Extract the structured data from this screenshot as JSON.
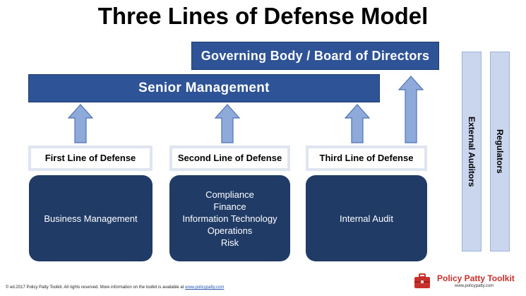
{
  "title": "Three Lines of Defense Model",
  "governing_body": "Governing Body / Board of Directors",
  "senior_management": "Senior Management",
  "lines": [
    {
      "label": "First Line of Defense",
      "items": [
        "Business Management"
      ]
    },
    {
      "label": "Second Line of Defense",
      "items": [
        "Compliance",
        "Finance",
        "Information Technology",
        "Operations",
        "Risk"
      ]
    },
    {
      "label": "Third Line of Defense",
      "items": [
        "Internal Audit"
      ]
    }
  ],
  "side_bars": [
    "External Auditors",
    "Regulators"
  ],
  "footer": {
    "text": "© ed.2017 Policy Patty Toolkit. All rights reserved. More information on the toolkit is available at",
    "link": "www.policypatty.com"
  },
  "logo": {
    "name": "Policy Patty Toolkit",
    "url": "www.policypatty.com"
  },
  "colors": {
    "bar_blue": "#2e5497",
    "box_navy": "#1f3b66",
    "arrow_fill": "#8eaadb",
    "arrow_stroke": "#4f71b0",
    "side_bar": "#c9d6ed",
    "label_border": "#dfe6f1",
    "logo_red": "#c8302c"
  }
}
